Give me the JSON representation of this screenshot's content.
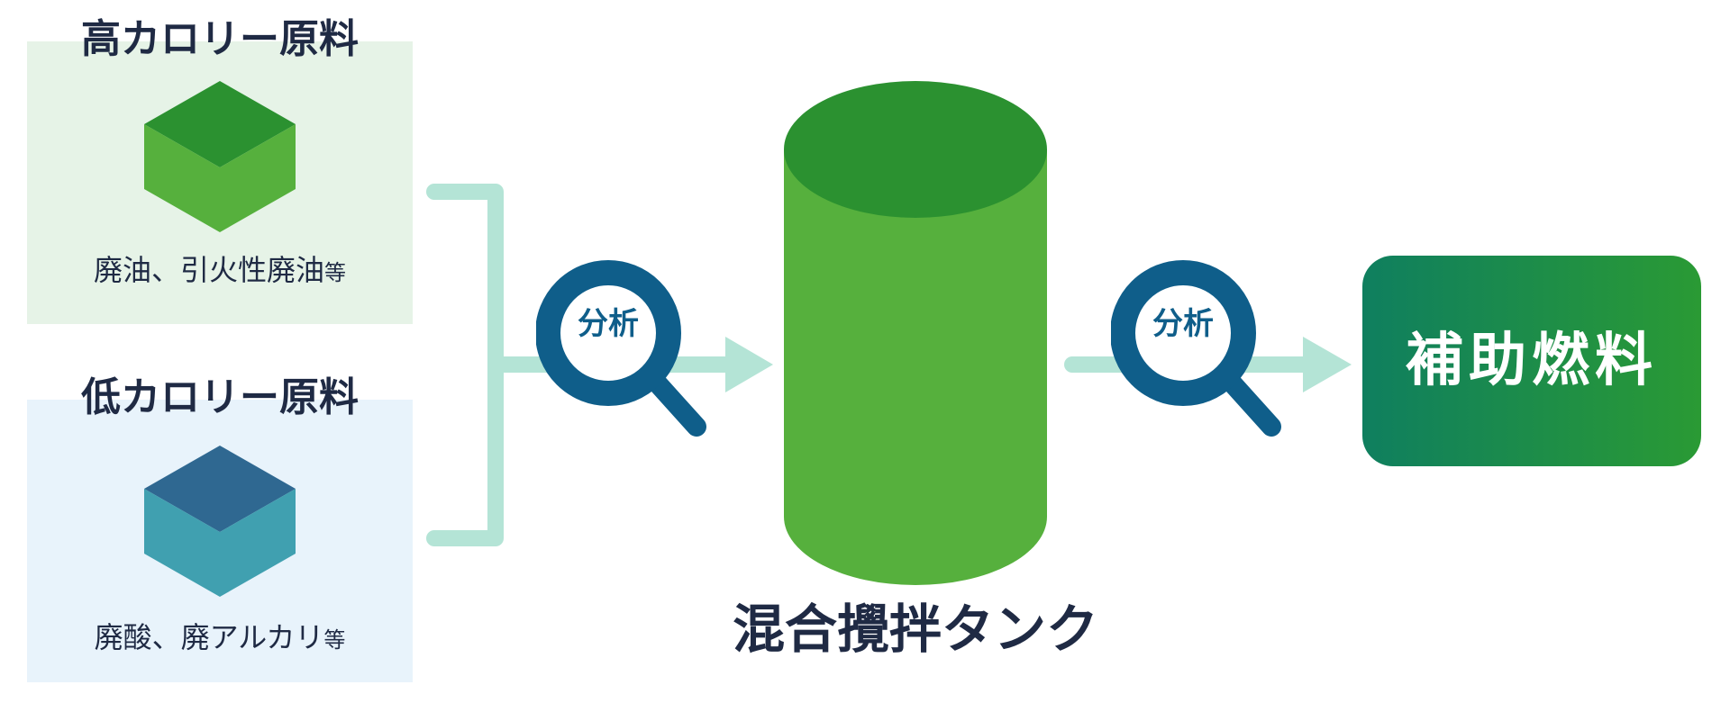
{
  "high_material": {
    "title": "高カロリー原料",
    "example": "廃油、引火性廃油",
    "suffix": "等",
    "panel_color": "#e6f3e7",
    "cube_colors": {
      "top": "#2b9130",
      "side": "#56b03d"
    }
  },
  "low_material": {
    "title": "低カロリー原料",
    "example": "廃酸、廃アルカリ",
    "suffix": "等",
    "panel_color": "#e8f3fb",
    "cube_colors": {
      "top": "#2f6891",
      "side": "#40a0b0"
    }
  },
  "analysis": {
    "first_label": "分析",
    "second_label": "分析",
    "ring_color": "#0f5e8a"
  },
  "tank": {
    "label": "混合攪拌タンク",
    "top_color": "#2b9130",
    "body_color": "#56b03d"
  },
  "product": {
    "label": "補助燃料",
    "gradient": [
      "#0f7f5f",
      "#2a9a34"
    ]
  },
  "connector_color": "#b4e4d6"
}
